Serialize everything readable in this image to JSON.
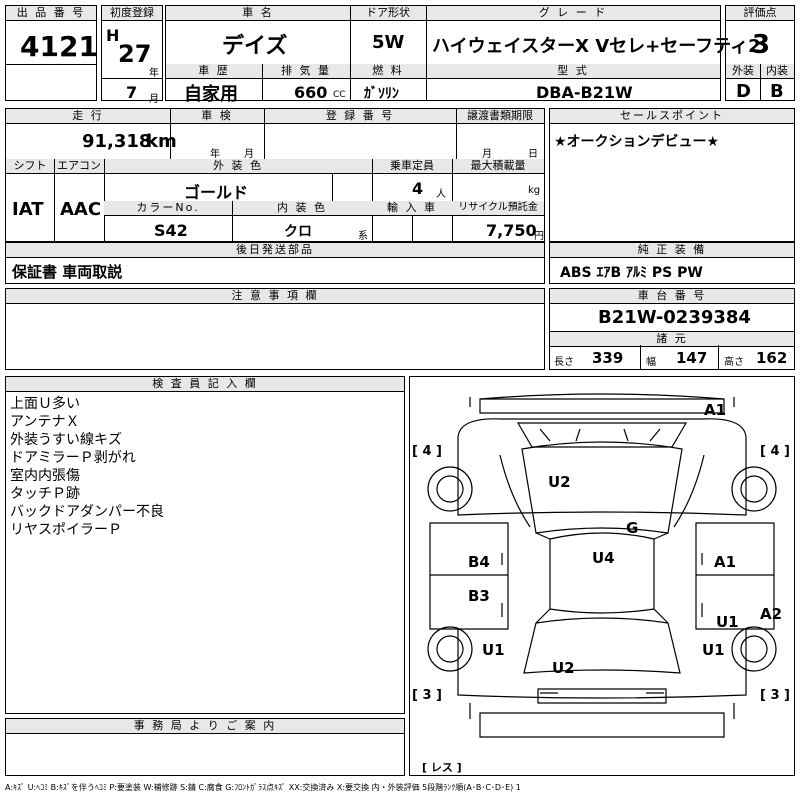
{
  "header": {
    "lot_label": "出 品 番 号",
    "lot_no": "4121",
    "first_reg_label": "初度登録",
    "era": "H",
    "year": "27",
    "year_unit": "年",
    "month": "7",
    "month_unit": "月",
    "car_name_label": "車 名",
    "car_name": "デイズ",
    "door_label": "ドア形状",
    "door": "5W",
    "grade_label": "グ レ ー ド",
    "grade": "ハイウェイスターX Vセレ+セーフティ2",
    "score_label": "評価点",
    "score": "3",
    "history_label": "車 歴",
    "history": "自家用",
    "displacement_label": "排 気 量",
    "displacement": "660",
    "cc": "CC",
    "fuel_label": "燃 料",
    "fuel": "ｶﾞｿﾘﾝ",
    "model_label": "型 式",
    "model": "DBA-B21W",
    "exterior_label": "外装",
    "exterior": "D",
    "interior_label": "内装",
    "interior": "B"
  },
  "row2": {
    "mileage_label": "走 行",
    "mileage": "91,318",
    "km": "km",
    "inspection_label": "車 検",
    "year_unit": "年",
    "month_unit": "月",
    "reg_no_label": "登 録 番 号",
    "transfer_label": "譲渡書類期限",
    "month_unit2": "月",
    "day_unit": "日",
    "sales_label": "セールスポイント",
    "sales_text": "★オークションデビュー★"
  },
  "row3": {
    "shift_label": "シフト",
    "shift": "IAT",
    "ac_label": "エアコン",
    "ac": "AAC",
    "ext_color_label": "外 装 色",
    "ext_color": "ゴールド",
    "capacity_label": "乗車定員",
    "capacity": "4",
    "person_unit": "人",
    "load_label": "最大積載量",
    "kg": "kg",
    "color_no_label": "カラーNo.",
    "color_no": "S42",
    "int_color_label": "内 装 色",
    "int_color": "クロ",
    "kei": "系",
    "import_label": "輸 入 車",
    "recycle_label": "リサイクル預託金",
    "recycle": "7,750",
    "yen": "円"
  },
  "row4": {
    "later_label": "後日発送部品",
    "later_text": "保証書 車両取説",
    "equip_label": "純 正 装 備",
    "equip_text": "ABS ｴｱB ｱﾙﾐ PS PW"
  },
  "row5": {
    "notes_label": "注 意 事 項 欄",
    "chassis_label": "車 台 番 号",
    "chassis": "B21W-0239384",
    "dims_label": "諸 元",
    "length_label": "長さ",
    "length": "339",
    "width_label": "幅",
    "width": "147",
    "height_label": "高さ",
    "height": "162"
  },
  "inspector": {
    "label": "検 査 員 記 入 欄",
    "lines": [
      "上面Ｕ多い",
      "アンテナＸ",
      "外装うすい線キズ",
      "ドアミラーＰ剥がれ",
      "室内内張傷",
      "タッチＰ跡",
      "バックドアダンパー不良",
      "リヤスポイラーＰ"
    ]
  },
  "diagram": {
    "marks": {
      "a1_top": "A1",
      "u2_top": "U2",
      "g": "G",
      "u4": "U4",
      "b4": "B4",
      "a1_right": "A1",
      "b3": "B3",
      "u1_right": "U1",
      "a2": "A2",
      "u1_left": "U1",
      "u1_right_wheel": "U1",
      "u2_bottom": "U2"
    },
    "tires": {
      "fl": "[ 4 ]",
      "fr": "[ 4 ]",
      "rl": "[ 3 ]",
      "rr": "[ 3 ]",
      "spare": "[ レス ]"
    }
  },
  "office": {
    "label": "事 務 局 よ り ご 案 内"
  },
  "legend": "A:ｷｽﾞ U:ﾍｺﾐ B:ｷｽﾞを伴うﾍｺﾐ P:要塗装 W:補修跡 S:錆 C:腐食 G:ﾌﾛﾝﾄｶﾞﾗｽ点ｷｽﾞ XX:交換済み X:要交換 内・外装評価 5段階ﾗﾝｸ順(A･B･C･D･E) 1"
}
